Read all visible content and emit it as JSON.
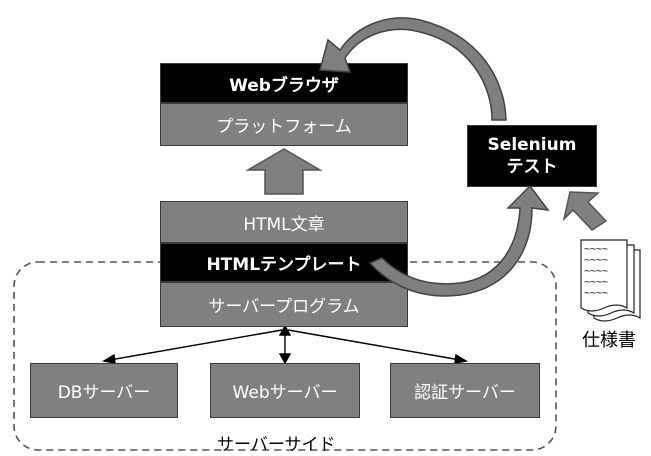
{
  "browser": {
    "title": "Webブラウザ",
    "platform": "プラットフォーム"
  },
  "server_program": {
    "html_doc": "HTML文章",
    "html_template": "HTMLテンプレート",
    "program": "サーバープログラム"
  },
  "servers": {
    "db": "DBサーバー",
    "web": "Webサーバー",
    "auth": "認証サーバー"
  },
  "server_side_label": "サーバーサイド",
  "selenium": {
    "line1": "Selenium",
    "line2": "テスト"
  },
  "spec": {
    "label": "仕様書",
    "doc_text": "~~~~"
  },
  "colors": {
    "dark": "#000000",
    "gray": "#808080",
    "arrow_fill": "#7f7f7f",
    "arrow_stroke": "#444444"
  }
}
